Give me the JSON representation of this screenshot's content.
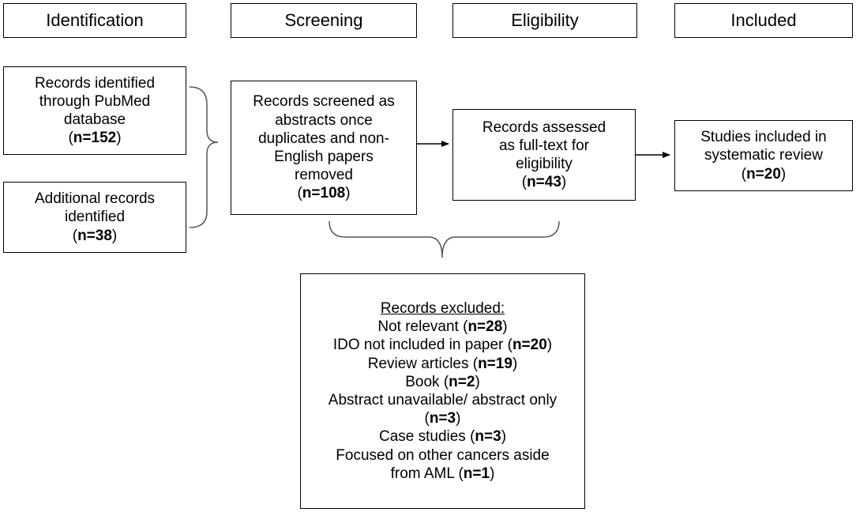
{
  "headers": {
    "identification": "Identification",
    "screening": "Screening",
    "eligibility": "Eligibility",
    "included": "Included"
  },
  "identification": {
    "pubmed": {
      "line1": "Records identified",
      "line2": "through PubMed",
      "line3": "database",
      "count": "n=152"
    },
    "additional": {
      "line1": "Additional records",
      "line2": "identified",
      "count": "n=38"
    }
  },
  "screening": {
    "line1": "Records screened as",
    "line2": "abstracts once",
    "line3": "duplicates and non-",
    "line4": "English papers",
    "line5": "removed",
    "count": "n=108"
  },
  "eligibility": {
    "line1": "Records assessed",
    "line2": "as full-text for",
    "line3": "eligibility",
    "count": "n=43"
  },
  "included": {
    "line1": "Studies included in",
    "line2": "systematic review",
    "count": "n=20"
  },
  "excluded": {
    "title": "Records excluded:",
    "items": [
      {
        "label": "Not relevant ",
        "count": "n=28"
      },
      {
        "label": "IDO not included in paper ",
        "count": "n=20"
      },
      {
        "label": "Review articles ",
        "count": "n=19"
      },
      {
        "label": "Book ",
        "count": "n=2"
      },
      {
        "label": "Abstract unavailable/ abstract only",
        "count": "n=3"
      },
      {
        "label": "Case studies ",
        "count": "n=3"
      },
      {
        "label": "Focused on other cancers aside",
        "label2": "from AML ",
        "count": "n=1"
      }
    ]
  }
}
